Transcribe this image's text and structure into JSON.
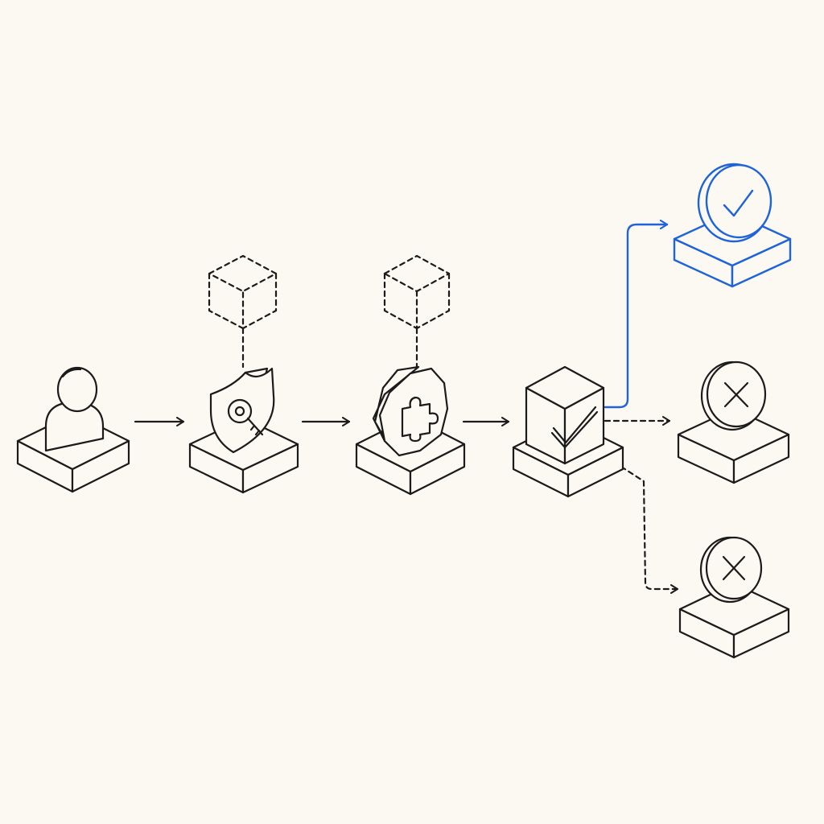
{
  "diagram": {
    "colors": {
      "background": "#fcf9f2",
      "ink": "#1b1b1b",
      "accent": "#1f63d8"
    },
    "nodes": [
      {
        "id": "user",
        "icon": "user-icon"
      },
      {
        "id": "auth",
        "icon": "shield-key-icon",
        "attachment": "dashed-cube-icon"
      },
      {
        "id": "plugin",
        "icon": "puzzle-octagon-icon",
        "attachment": "dashed-cube-icon"
      },
      {
        "id": "validate",
        "icon": "checkbox-cube-icon"
      },
      {
        "id": "success",
        "icon": "check-circle-icon",
        "highlighted": true
      },
      {
        "id": "reject-1",
        "icon": "x-circle-icon"
      },
      {
        "id": "reject-2",
        "icon": "x-circle-icon"
      }
    ],
    "edges": [
      {
        "from": "user",
        "to": "auth",
        "style": "solid"
      },
      {
        "from": "auth",
        "to": "plugin",
        "style": "solid"
      },
      {
        "from": "plugin",
        "to": "validate",
        "style": "solid"
      },
      {
        "from": "validate",
        "to": "success",
        "style": "solid",
        "color": "accent"
      },
      {
        "from": "validate",
        "to": "reject-1",
        "style": "dashed"
      },
      {
        "from": "validate",
        "to": "reject-2",
        "style": "dashed"
      }
    ]
  }
}
